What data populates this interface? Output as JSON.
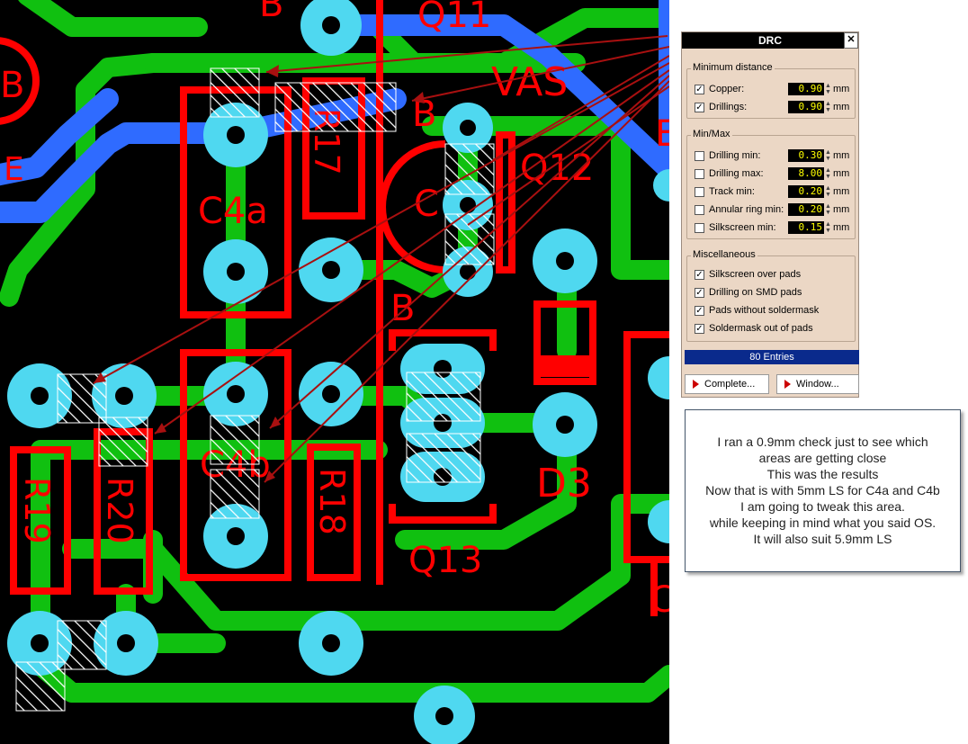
{
  "pcb": {
    "labels": {
      "b_top": "B",
      "q11": "Q11",
      "vas": "VAS",
      "b_left": "B",
      "e_left": "E",
      "b_r17": "B",
      "r17": "R17",
      "c4a": "C4a",
      "c_q12": "C",
      "q12": "Q12",
      "b_q13": "B",
      "c4b": "C4b",
      "r18": "R18",
      "r19": "R19",
      "r20": "R20",
      "d3": "D3",
      "q13": "Q13",
      "e_right_top": "E",
      "c_right_bottom": "C"
    },
    "colors": {
      "background": "#000000",
      "top_track": "#1e64ff",
      "bottom_track": "#10c010",
      "pad": "#4fd8f0",
      "silkscreen": "#ff0000",
      "drc_arrow": "#a81010",
      "drc_marker": "#ffffff"
    }
  },
  "drc": {
    "title": "DRC",
    "close_label": "✕",
    "min_distance": {
      "title": "Minimum distance",
      "rows": [
        {
          "label": "Copper:",
          "checked": true,
          "value": "0.90",
          "unit": "mm"
        },
        {
          "label": "Drillings:",
          "checked": true,
          "value": "0.90",
          "unit": "mm"
        }
      ]
    },
    "min_max": {
      "title": "Min/Max",
      "rows": [
        {
          "label": "Drilling min:",
          "checked": false,
          "value": "0.30",
          "unit": "mm"
        },
        {
          "label": "Drilling max:",
          "checked": false,
          "value": "8.00",
          "unit": "mm"
        },
        {
          "label": "Track min:",
          "checked": false,
          "value": "0.20",
          "unit": "mm"
        },
        {
          "label": "Annular ring min:",
          "checked": false,
          "value": "0.20",
          "unit": "mm"
        },
        {
          "label": "Silkscreen min:",
          "checked": false,
          "value": "0.15",
          "unit": "mm"
        }
      ]
    },
    "misc": {
      "title": "Miscellaneous",
      "rows": [
        {
          "label": "Silkscreen over pads",
          "checked": true
        },
        {
          "label": "Drilling on SMD pads",
          "checked": true
        },
        {
          "label": "Pads without soldermask",
          "checked": true
        },
        {
          "label": "Soldermask out of pads",
          "checked": true
        }
      ]
    },
    "entries": "80 Entries",
    "complete_button": "Complete...",
    "window_button": "Window..."
  },
  "note": {
    "lines": [
      "I ran a 0.9mm check just to see which",
      "areas are getting close",
      "This was the results",
      "Now that is with 5mm LS for C4a and C4b",
      "I am going to tweak this area.",
      "while keeping in mind what you said OS.",
      "It will also suit 5.9mm LS"
    ]
  }
}
